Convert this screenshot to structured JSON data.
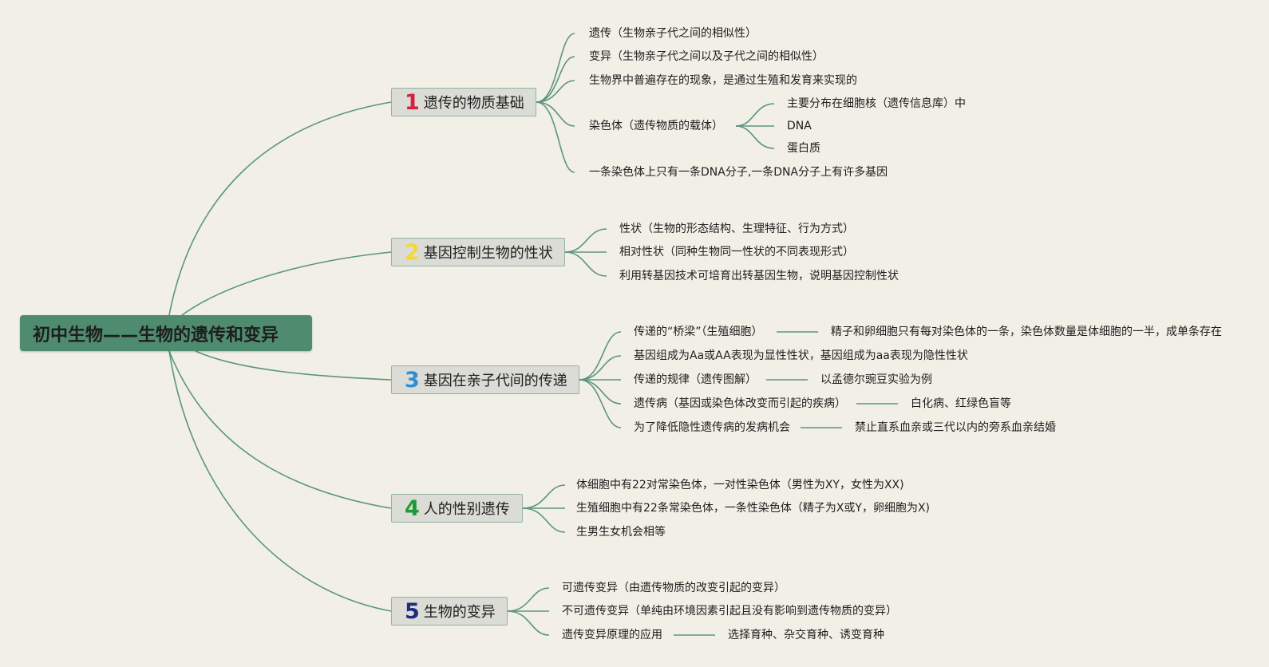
{
  "root": {
    "title": "初中生物——生物的遗传和变异"
  },
  "branches": [
    {
      "number": "1",
      "number_color": "#d4213d",
      "title": "遗传的物质基础",
      "items": [
        "遗传（生物亲子代之间的相似性）",
        "变异（生物亲子代之间以及子代之间的相似性）",
        "生物界中普遍存在的现象，是通过生殖和发育来实现的",
        "染色体（遗传物质的载体）",
        "一条染色体上只有一条DNA分子,一条DNA分子上有许多基因"
      ],
      "sub_items": [
        "主要分布在细胞核（遗传信息库）中",
        "DNA",
        "蛋白质"
      ]
    },
    {
      "number": "2",
      "number_color": "#f2d83a",
      "title": "基因控制生物的性状",
      "items": [
        "性状（生物的形态结构、生理特征、行为方式）",
        "相对性状（同种生物同一性状的不同表现形式）",
        "利用转基因技术可培育出转基因生物，说明基因控制性状"
      ]
    },
    {
      "number": "3",
      "number_color": "#2f8fd6",
      "title": "基因在亲子代间的传递",
      "items": [
        "传递的“桥梁”（生殖细胞）",
        "基因组成为Aa或AA表现为显性性状，基因组成为aa表现为隐性性状",
        "传递的规律（遗传图解）",
        "遗传病（基因或染色体改变而引起的疾病）",
        "为了降低隐性遗传病的发病机会"
      ],
      "details": [
        "精子和卵细胞只有每对染色体的一条，染色体数量是体细胞的一半，成单条存在",
        "以孟德尔豌豆实验为例",
        "白化病、红绿色盲等",
        "禁止直系血亲或三代以内的旁系血亲结婚"
      ]
    },
    {
      "number": "4",
      "number_color": "#1f9a3a",
      "title": "人的性别遗传",
      "items": [
        "体细胞中有22对常染色体，一对性染色体（男性为XY，女性为XX)",
        "生殖细胞中有22条常染色体，一条性染色体（精子为X或Y，卵细胞为X)",
        "生男生女机会相等"
      ]
    },
    {
      "number": "5",
      "number_color": "#1f2a80",
      "title": "生物的变异",
      "items": [
        "可遗传变异（由遗传物质的改变引起的变异）",
        "不可遗传变异（单纯由环境因素引起且没有影响到遗传物质的变异）",
        "遗传变异原理的应用"
      ],
      "details": [
        "选择育种、杂交育种、诱变育种"
      ]
    }
  ],
  "colors": {
    "root_bg": "#4f8c6f",
    "connector": "#5b9580",
    "branch_bg": "#dcdcd6",
    "background": "#f1efe6"
  }
}
